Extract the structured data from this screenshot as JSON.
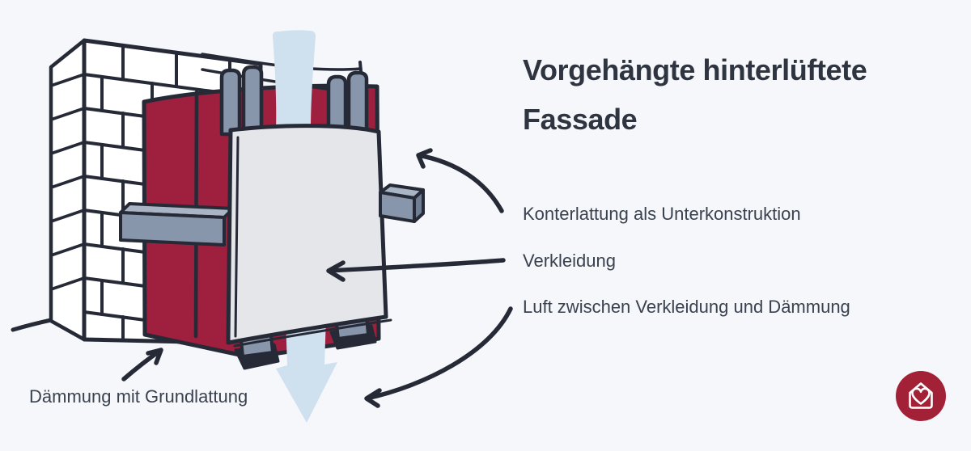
{
  "title": {
    "line1": "Vorgehängte hinterlüftete",
    "line2": "Fassade"
  },
  "labels": {
    "konterlattung": "Konterlattung als Unterkonstruktion",
    "verkleidung": "Verkleidung",
    "luft": "Luft zwischen Verkleidung und Dämmung",
    "daemmung": "Dämmung mit Grundlattung"
  },
  "illustration": {
    "parts": [
      "brick-wall",
      "insulation-panel",
      "counter-battens",
      "base-battens",
      "cladding-panel",
      "airflow-arrow"
    ]
  },
  "logo": {
    "icon": "house-heart-icon"
  },
  "colors": {
    "background": "#F5F7FA",
    "outline": "#262A37",
    "insulation_red": "#9E1F3E",
    "batten_gray": "#8796AB",
    "batten_gray_light": "#A9B5C5",
    "batten_gray_dark": "#6F7E93",
    "cladding_gray": "#E4E6EA",
    "airflow_blue": "#CFE0EE",
    "logo_red": "#A32136",
    "title_text": "#2E3440",
    "label_text": "#3A414F"
  }
}
